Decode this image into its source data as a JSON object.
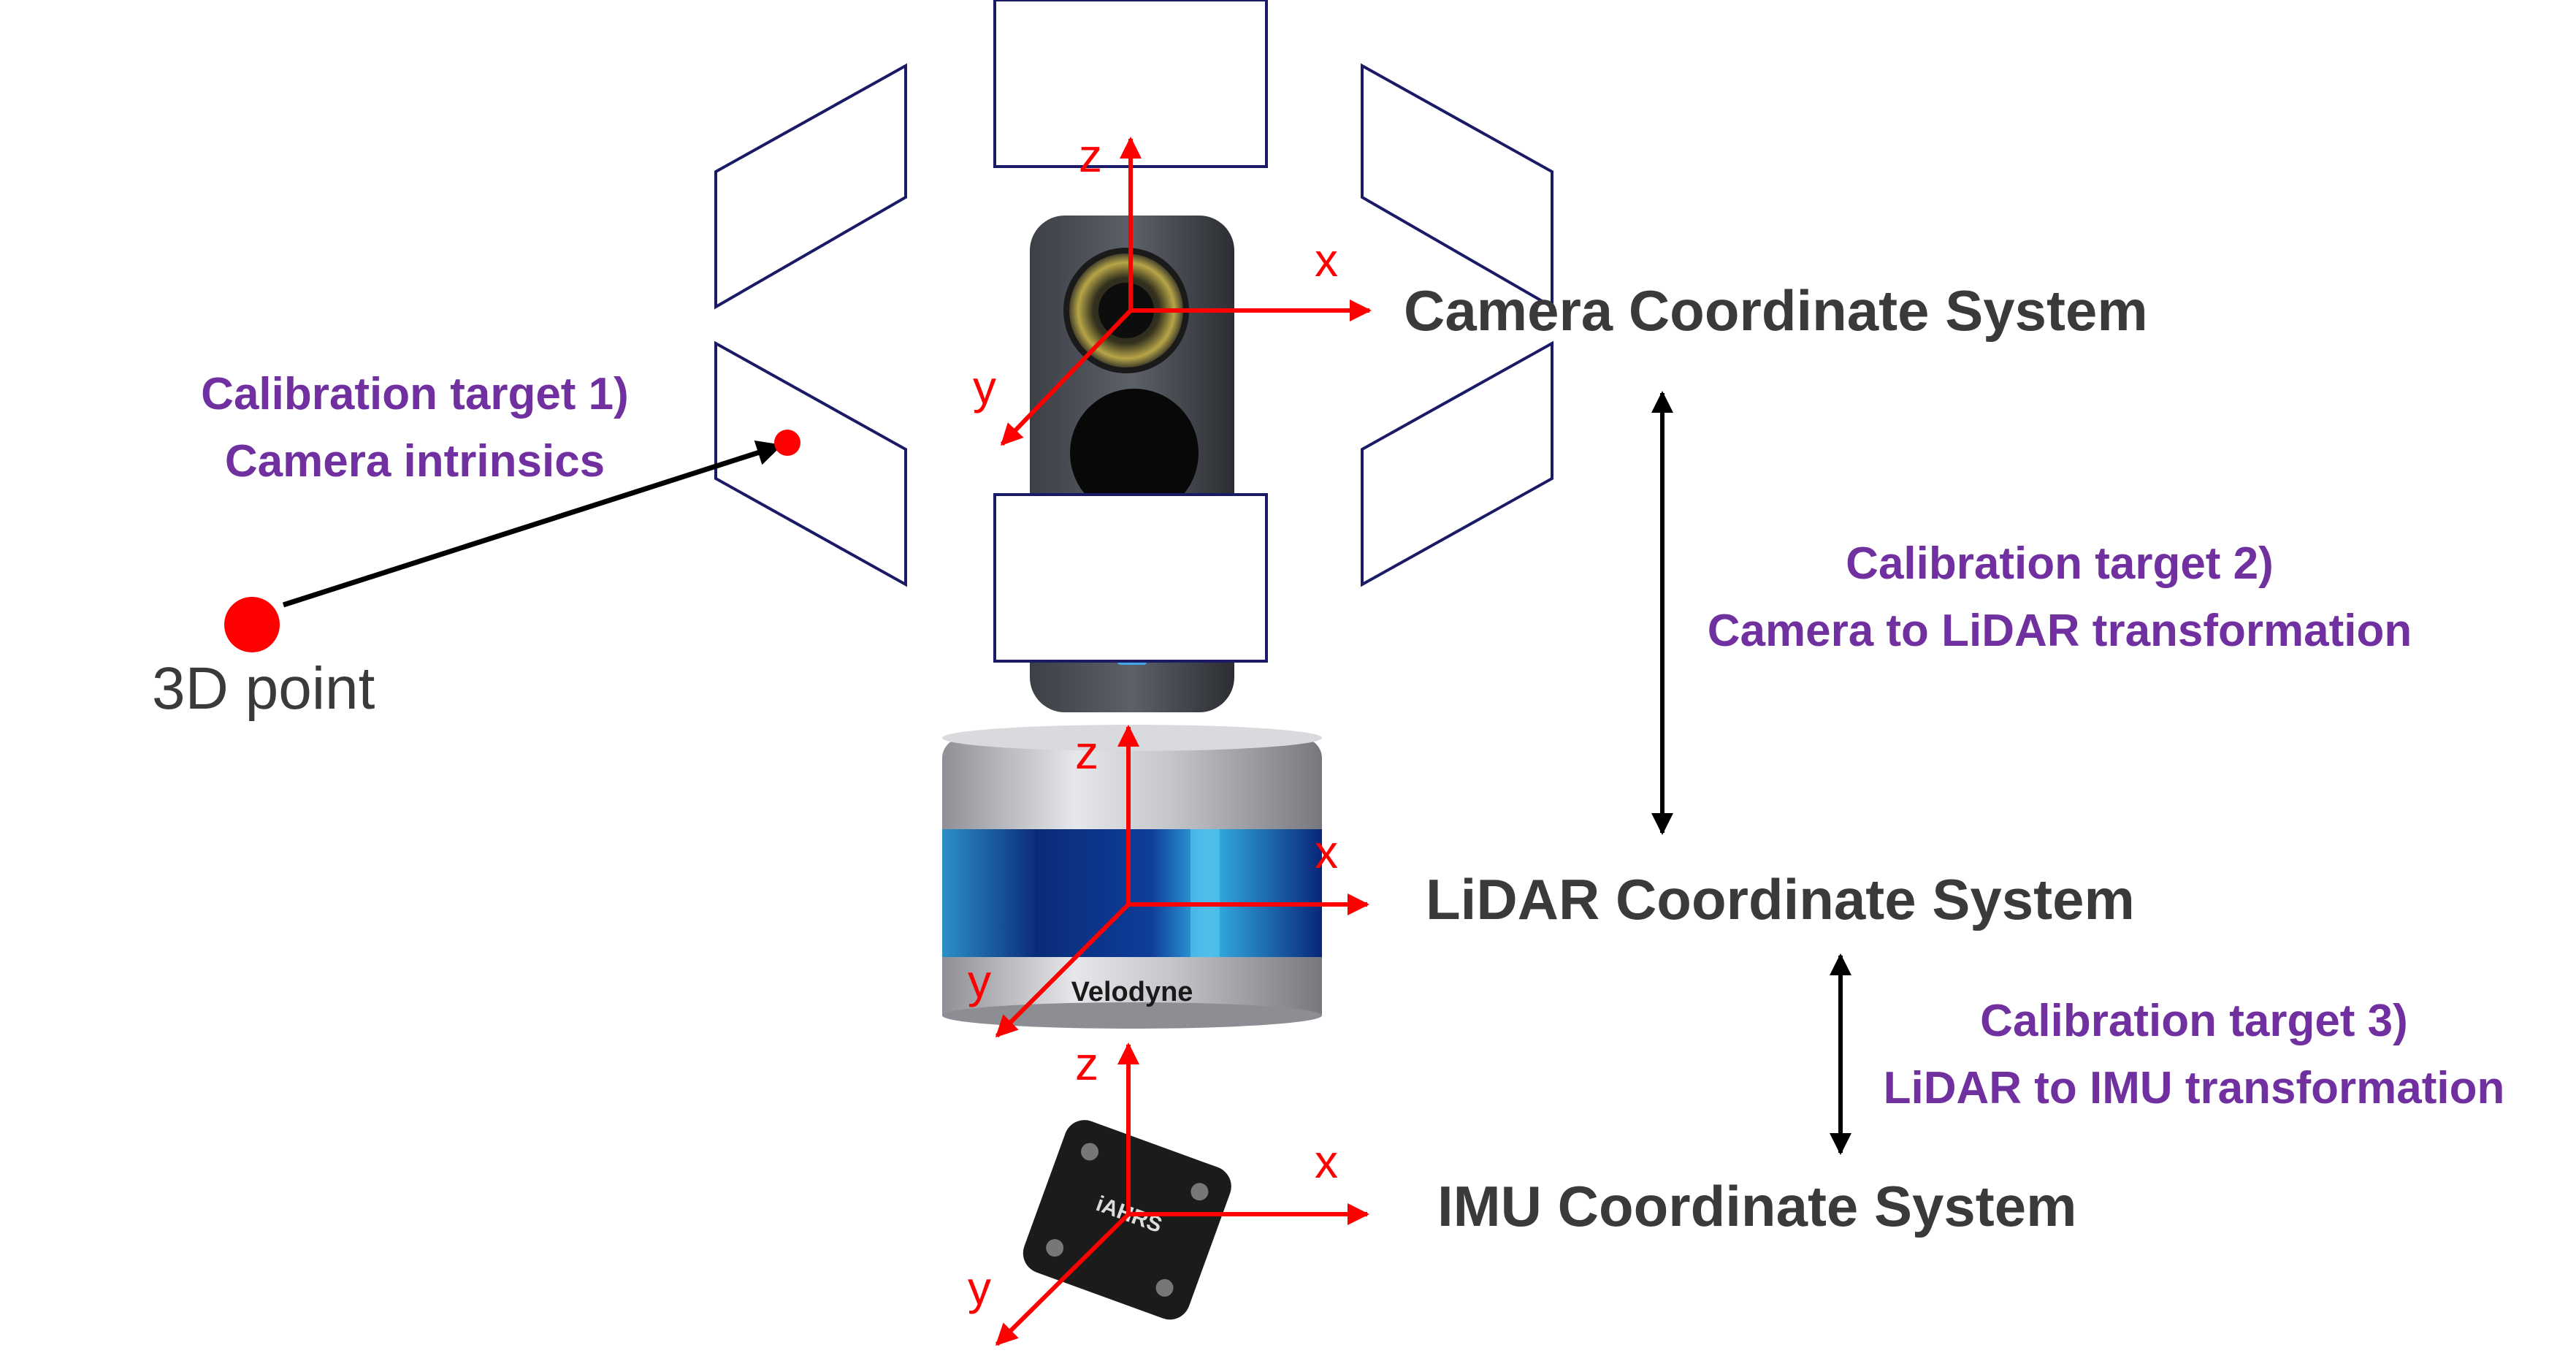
{
  "labels": {
    "camera_system": "Camera Coordinate System",
    "lidar_system": "LiDAR Coordinate System",
    "imu_system": "IMU Coordinate System",
    "point": "3D point",
    "target1_line1": "Calibration target 1)",
    "target1_line2": "Camera intrinsics",
    "target2_line1": "Calibration target 2)",
    "target2_line2": "Camera to LiDAR transformation",
    "target3_line1": "Calibration target 3)",
    "target3_line2": "LiDAR to IMU transformation"
  },
  "axes": {
    "camera": {
      "x": "x",
      "y": "y",
      "z": "z"
    },
    "lidar": {
      "x": "x",
      "y": "y",
      "z": "z"
    },
    "imu": {
      "x": "x",
      "y": "y",
      "z": "z"
    }
  },
  "devices": {
    "lidar_brand": "Velodyne",
    "imu_brand": "iAHRS"
  },
  "colors": {
    "axis": "#ff0000",
    "frame": "#1a1a66",
    "target_text": "#7030a0",
    "heading_text": "#3a3a3a",
    "arrow": "#000000"
  }
}
